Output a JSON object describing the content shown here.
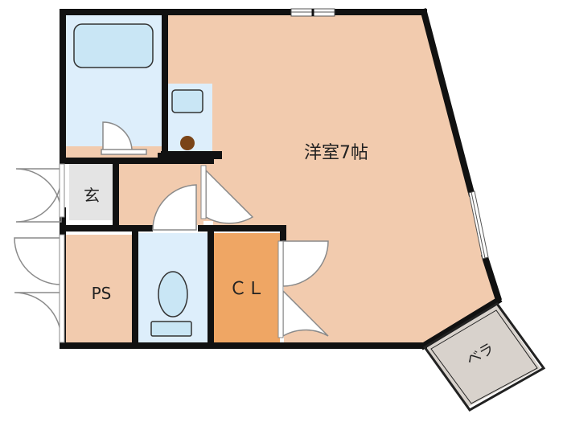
{
  "rooms": {
    "western_room": "洋室7帖",
    "entrance": "玄",
    "ps": "PS",
    "closet": "ＣＬ",
    "veranda": "ベラ"
  },
  "colors": {
    "wall": "#111111",
    "room_floor": "#F2CBAE",
    "closet": "#EFA664",
    "wet_area": "#DDEEFB",
    "veranda": "#D8D2CC",
    "entrance": "#E4E4E4",
    "door_line": "#8A8A8A"
  }
}
